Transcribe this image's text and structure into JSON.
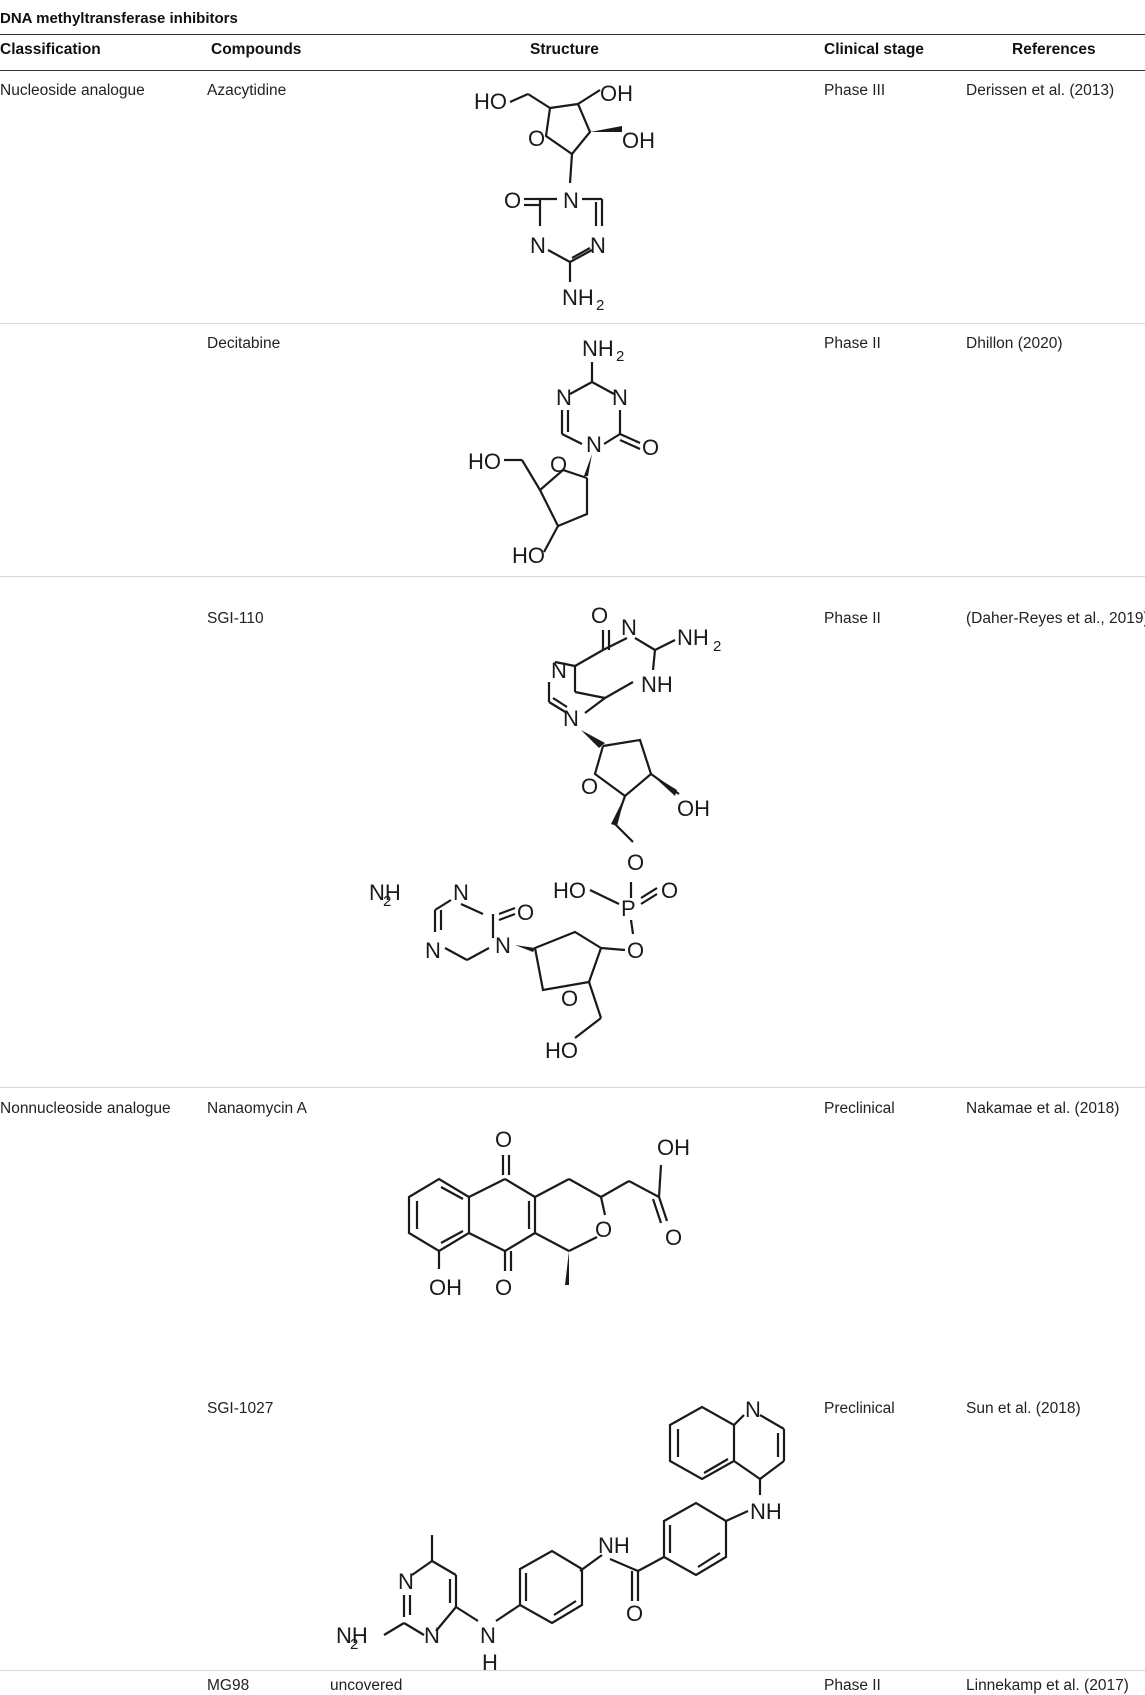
{
  "table": {
    "title": "DNA methyltransferase inhibitors",
    "headers": {
      "classification": "Classification",
      "compounds": "Compounds",
      "structure": "Structure",
      "clinical_stage": "Clinical stage",
      "references": "References"
    },
    "rows": [
      {
        "classification": "Nucleoside analogue",
        "compound": "Azacytidine",
        "structure": "",
        "stage": "Phase III",
        "reference": "Derissen et al. (2013)"
      },
      {
        "classification": "",
        "compound": "Decitabine",
        "structure": "",
        "stage": "Phase II",
        "reference": "Dhillon (2020)"
      },
      {
        "classification": "",
        "compound": "SGI-110",
        "structure": "",
        "stage": "Phase II",
        "reference": "(Daher-Reyes et al., 2019)"
      },
      {
        "classification": "Nonnucleoside analogue",
        "compound": "Nanaomycin A",
        "structure": "",
        "stage": "Preclinical",
        "reference": "Nakamae et al. (2018)"
      },
      {
        "classification": "",
        "compound": "SGI-1027",
        "structure": "",
        "stage": "Preclinical",
        "reference": "Sun et al. (2018)"
      },
      {
        "classification": "",
        "compound": "MG98",
        "structure": "uncovered",
        "stage": "Phase II",
        "reference": "Linnekamp et al. (2017)"
      }
    ]
  },
  "atom_labels": {
    "HO": "HO",
    "OH": "OH",
    "O": "O",
    "N": "N",
    "NH": "NH",
    "H": "H",
    "H2": "H",
    "NH2": "NH",
    "sub2": "2",
    "P": "P",
    "HO_P": "HO"
  }
}
